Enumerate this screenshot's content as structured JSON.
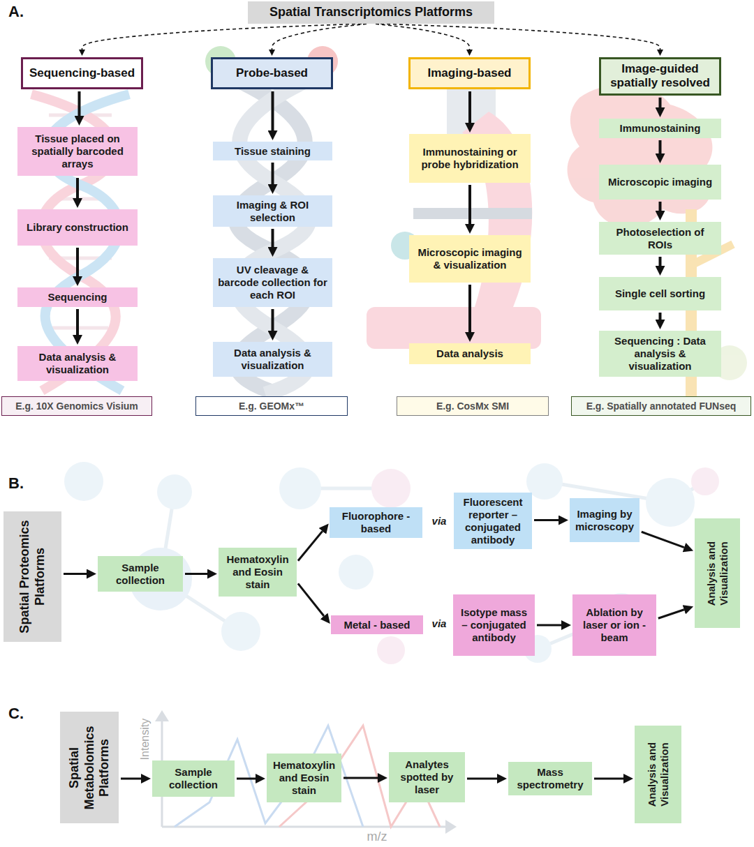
{
  "diagram": {
    "nodes": [
      {
        "text": [
          "Spatial Transcriptomics Platforms"
        ]
      },
      {
        "text": [
          "Sequencing-based"
        ]
      },
      {
        "text": [
          "Probe-based"
        ]
      },
      {
        "text": [
          "Imaging-based"
        ]
      },
      {
        "text": [
          "Image-guided spatially resolved"
        ]
      },
      {
        "text": [
          "Tissue placed on spatially barcoded arrays"
        ]
      },
      {
        "text": [
          "Library construction"
        ]
      },
      {
        "text": [
          "Sequencing"
        ]
      },
      {
        "text": [
          "Data analysis & visualization"
        ]
      },
      {
        "text": [
          "Tissue staining"
        ]
      },
      {
        "text": [
          "Imaging & ROI selection"
        ]
      },
      {
        "text": [
          "UV cleavage & barcode collection for each ROI"
        ]
      },
      {
        "text": [
          "Data analysis & visualization"
        ]
      },
      {
        "text": [
          "Immunostaining or probe hybridization"
        ]
      },
      {
        "text": [
          "Microscopic imaging & visualization"
        ]
      },
      {
        "text": [
          "Data analysis"
        ]
      },
      {
        "text": [
          "Immunostaining"
        ]
      },
      {
        "text": [
          "Microscopic imaging"
        ]
      },
      {
        "text": [
          "Photoselection of ROIs"
        ]
      },
      {
        "text": [
          "Single cell sorting"
        ]
      },
      {
        "text": [
          "Sequencing : Data analysis & visualization"
        ]
      },
      {
        "text": [
          "E.g. 10X Genomics Visium"
        ]
      },
      {
        "text": [
          "E.g. GEOMx™"
        ]
      },
      {
        "text": [
          "E.g. CosMx SMI"
        ]
      },
      {
        "text": [
          "E.g. Spatially annotated FUNseq"
        ]
      },
      {
        "text": [
          "Spatial Proteomics Platforms"
        ]
      },
      {
        "text": [
          "Sample collection"
        ]
      },
      {
        "text": [
          "Hematoxylin and Eosin stain"
        ]
      },
      {
        "text": [
          "Fluorophore - based"
        ]
      },
      {
        "text": [
          "Fluorescent reporter – conjugated antibody"
        ]
      },
      {
        "text": [
          "Imaging by microscopy"
        ]
      },
      {
        "text": [
          "Metal - based"
        ]
      },
      {
        "text": [
          "Isotype mass – conjugated antibody"
        ]
      },
      {
        "text": [
          "Ablation by laser or ion - beam"
        ]
      },
      {
        "text": [
          "Analysis and Visualization"
        ]
      },
      {
        "text": [
          "Spatial Metabolomics Platforms"
        ]
      },
      {
        "text": [
          "Sample collection"
        ]
      },
      {
        "text": [
          "Hematoxylin and Eosin stain"
        ]
      },
      {
        "text": [
          "Analytes spotted by laser"
        ]
      },
      {
        "text": [
          "Mass spectrometry"
        ]
      },
      {
        "text": [
          "Analysis and Visualization"
        ]
      }
    ],
    "edges": [
      {
        "from": 0,
        "to": 1,
        "arrow": "to"
      },
      {
        "from": 0,
        "to": 2,
        "arrow": "to"
      },
      {
        "from": 0,
        "to": 3,
        "arrow": "to"
      },
      {
        "from": 0,
        "to": 4,
        "arrow": "to"
      },
      {
        "from": 1,
        "to": 5,
        "arrow": "to"
      },
      {
        "from": 5,
        "to": 6,
        "arrow": "to"
      },
      {
        "from": 6,
        "to": 7,
        "arrow": "to"
      },
      {
        "from": 7,
        "to": 8,
        "arrow": "to"
      },
      {
        "from": 2,
        "to": 9,
        "arrow": "to"
      },
      {
        "from": 9,
        "to": 10,
        "arrow": "to"
      },
      {
        "from": 10,
        "to": 11,
        "arrow": "to"
      },
      {
        "from": 11,
        "to": 12,
        "arrow": "to"
      },
      {
        "from": 3,
        "to": 13,
        "arrow": "to"
      },
      {
        "from": 13,
        "to": 14,
        "arrow": "to"
      },
      {
        "from": 14,
        "to": 15,
        "arrow": "to"
      },
      {
        "from": 4,
        "to": 16,
        "arrow": "to"
      },
      {
        "from": 16,
        "to": 17,
        "arrow": "to"
      },
      {
        "from": 17,
        "to": 18,
        "arrow": "to"
      },
      {
        "from": 18,
        "to": 19,
        "arrow": "to"
      },
      {
        "from": 19,
        "to": 20,
        "arrow": "to"
      },
      {
        "from": 25,
        "to": 26,
        "arrow": "to"
      },
      {
        "from": 26,
        "to": 27,
        "arrow": "to"
      },
      {
        "from": 27,
        "to": 28,
        "arrow": "to"
      },
      {
        "from": 27,
        "to": 31,
        "arrow": "to"
      },
      {
        "from": 29,
        "to": 30,
        "arrow": "to"
      },
      {
        "from": 30,
        "to": 34,
        "arrow": "to"
      },
      {
        "from": 32,
        "to": 33,
        "arrow": "to"
      },
      {
        "from": 33,
        "to": 34,
        "arrow": "to"
      },
      {
        "from": 35,
        "to": 36,
        "arrow": "to"
      },
      {
        "from": 36,
        "to": 37,
        "arrow": "to"
      },
      {
        "from": 37,
        "to": 38,
        "arrow": "to"
      },
      {
        "from": 38,
        "to": 39,
        "arrow": "to"
      },
      {
        "from": 39,
        "to": 40,
        "arrow": "to"
      }
    ],
    "labels": [
      "A.",
      "B.",
      "C.",
      "via",
      "via",
      "Intensity",
      "m/z"
    ]
  }
}
